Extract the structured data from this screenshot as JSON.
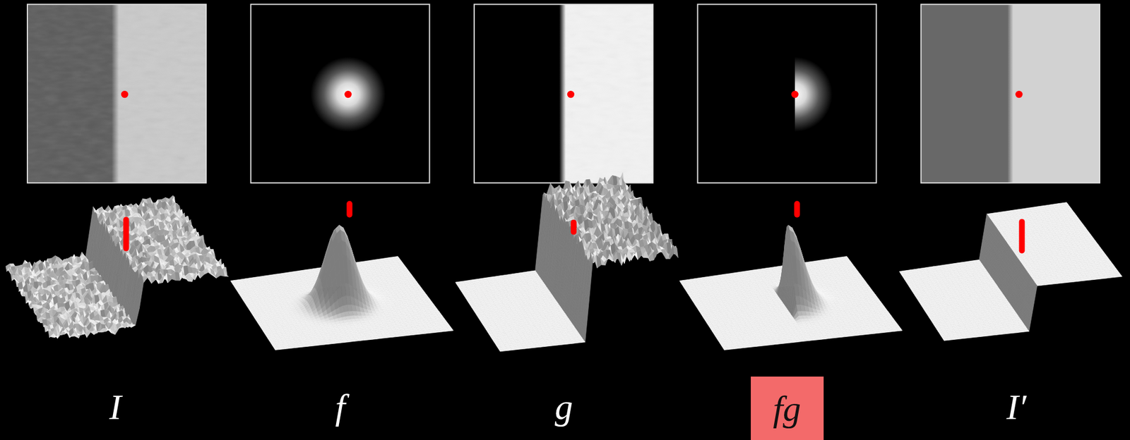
{
  "diagram": {
    "nodes": [
      {
        "text": [
          "fg"
        ]
      }
    ],
    "labels": [
      "I",
      "f",
      "g",
      "I′"
    ]
  }
}
